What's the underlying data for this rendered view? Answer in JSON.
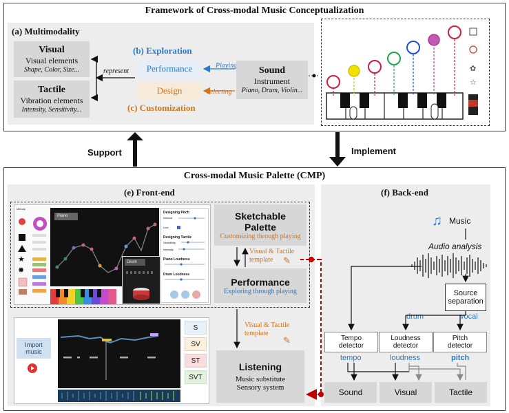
{
  "framework": {
    "title": "Framework of Cross-modal Music Conceptualization",
    "multimodality_label": "(a) Multimodality",
    "visual": {
      "title": "Visual",
      "line1": "Visual elements",
      "line2": "Shape, Color, Size..."
    },
    "tactile": {
      "title": "Tactile",
      "line1": "Vibration elements",
      "line2": "Intensity, Sensitivity..."
    },
    "represent": "represent",
    "exploration_label": "(b) Exploration",
    "customization_label": "(c) Customization",
    "performance": "Performance",
    "design": "Design",
    "playing": "Playing",
    "selecting": "Selecting",
    "sound": {
      "title": "Sound",
      "line1": "Instrument",
      "line2": "Piano, Drum, Violin..."
    }
  },
  "arrows": {
    "support": "Support",
    "implement": "Implement"
  },
  "cmp": {
    "title": "Cross-modal Music Palette (CMP)",
    "frontend": {
      "label": "(e) Front-end",
      "sketchable_title": "Sketchable Palette",
      "sketchable_sub": "Customizing through playing",
      "vt_template": "Visual & Tactile template",
      "performance_title": "Performance",
      "performance_sub": "Exploring through playing",
      "listening_title": "Listening",
      "listening_line1": "Music substitute",
      "listening_line2": "Sensory system",
      "ui": {
        "melody": "Melody",
        "piano": "Piano",
        "drum": "Drum",
        "designing_pitch": "Designing Pitch",
        "interval": "Interval",
        "line": "Line",
        "designing_tactile": "Designing Tactile",
        "sensitivity": "Sensitivity",
        "intensity": "Intensity",
        "piano_loudness": "Piano Loudness",
        "drum_loudness": "Drum Loudness",
        "import_music": "Import music",
        "modes": [
          "S",
          "SV",
          "ST",
          "SVT"
        ]
      }
    },
    "backend": {
      "label": "(f) Back-end",
      "music": "Music",
      "audio_analysis": "Audio analysis",
      "source_separation": "Source separation",
      "drum": "drum",
      "vocal": "vocal",
      "tempo_detector": "Tempo detector",
      "loudness_detector": "Loudness detector",
      "pitch_detector": "Pitch detector",
      "tempo": "tempo",
      "loudness": "loudness",
      "pitch": "pitch",
      "out_sound": "Sound",
      "out_visual": "Visual",
      "out_tactile": "Tactile"
    }
  },
  "colors": {
    "blue": "#2a78c6",
    "orange": "#d3741b",
    "red_dashed": "#c00000",
    "box_gray": "#d7d7d7",
    "panel_gray": "#ededed"
  },
  "icons": [
    "music-note-icon",
    "paint-brush-icon",
    "piano-keyboard-icon",
    "drum-icon",
    "play-icon"
  ]
}
